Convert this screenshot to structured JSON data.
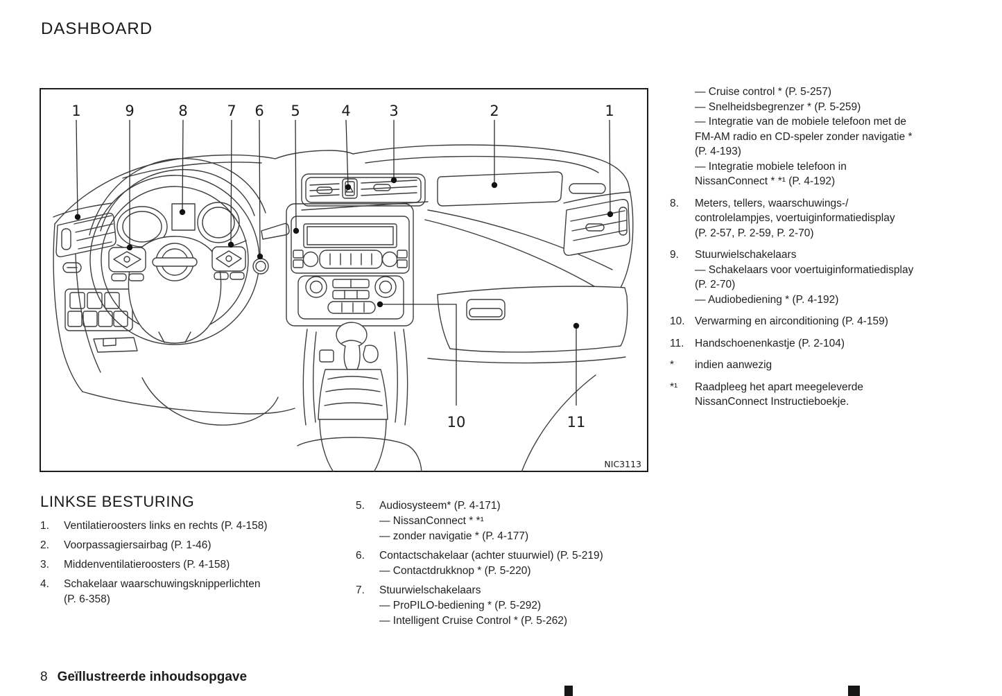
{
  "page": {
    "title": "DASHBOARD",
    "footer_page_number": "8",
    "footer_title": "Geïllustreerde inhoudsopgave"
  },
  "figure": {
    "image_code": "NIC3113",
    "top_callouts": [
      "1",
      "9",
      "8",
      "7",
      "6",
      "5",
      "4",
      "3",
      "2",
      "1"
    ],
    "bottom_callouts": [
      "10",
      "11"
    ]
  },
  "left_section": {
    "heading": "LINKSE BESTURING",
    "items": [
      {
        "num": "1.",
        "lines": [
          "Ventilatieroosters links en rechts (P. 4-158)"
        ]
      },
      {
        "num": "2.",
        "lines": [
          "Voorpassagiersairbag (P. 1-46)"
        ]
      },
      {
        "num": "3.",
        "lines": [
          "Middenventilatieroosters (P. 4-158)"
        ]
      },
      {
        "num": "4.",
        "lines": [
          "Schakelaar waarschuwingsknipperlichten",
          "(P. 6-358)"
        ]
      }
    ]
  },
  "middle_section": {
    "items": [
      {
        "num": "5.",
        "lines": [
          "Audiosysteem* (P. 4-171)",
          "— NissanConnect * *¹",
          "— zonder navigatie * (P. 4-177)"
        ]
      },
      {
        "num": "6.",
        "lines": [
          "Contactschakelaar (achter stuurwiel) (P. 5-219)",
          "— Contactdrukknop * (P. 5-220)"
        ]
      },
      {
        "num": "7.",
        "lines": [
          "Stuurwielschakelaars",
          "— ProPILO-bediening * (P. 5-292)",
          "— Intelligent Cruise Control * (P. 5-262)"
        ]
      }
    ]
  },
  "right_section": {
    "items": [
      {
        "num": "",
        "lines": [
          "— Cruise control * (P. 5-257)",
          "— Snelheidsbegrenzer * (P. 5-259)",
          "— Integratie van de mobiele telefoon met de",
          "FM-AM radio en CD-speler zonder navigatie *",
          "(P. 4-193)",
          "— Integratie mobiele telefoon in",
          "NissanConnect * *¹ (P. 4-192)"
        ]
      },
      {
        "num": "8.",
        "lines": [
          "Meters, tellers, waarschuwings-/",
          "controlelampjes, voertuiginformatiedisplay",
          "(P. 2-57, P. 2-59, P. 2-70)"
        ]
      },
      {
        "num": "9.",
        "lines": [
          "Stuurwielschakelaars",
          "— Schakelaars voor voertuiginformatiedisplay",
          "(P. 2-70)",
          "— Audiobediening * (P. 4-192)"
        ]
      },
      {
        "num": "10.",
        "lines": [
          "Verwarming en airconditioning (P. 4-159)"
        ]
      },
      {
        "num": "11.",
        "lines": [
          "Handschoenenkastje (P. 2-104)"
        ]
      },
      {
        "num": "*",
        "lines": [
          "indien aanwezig"
        ]
      },
      {
        "num": "*¹",
        "lines": [
          "Raadpleeg het apart meegeleverde",
          "NissanConnect Instructieboekje."
        ]
      }
    ]
  }
}
